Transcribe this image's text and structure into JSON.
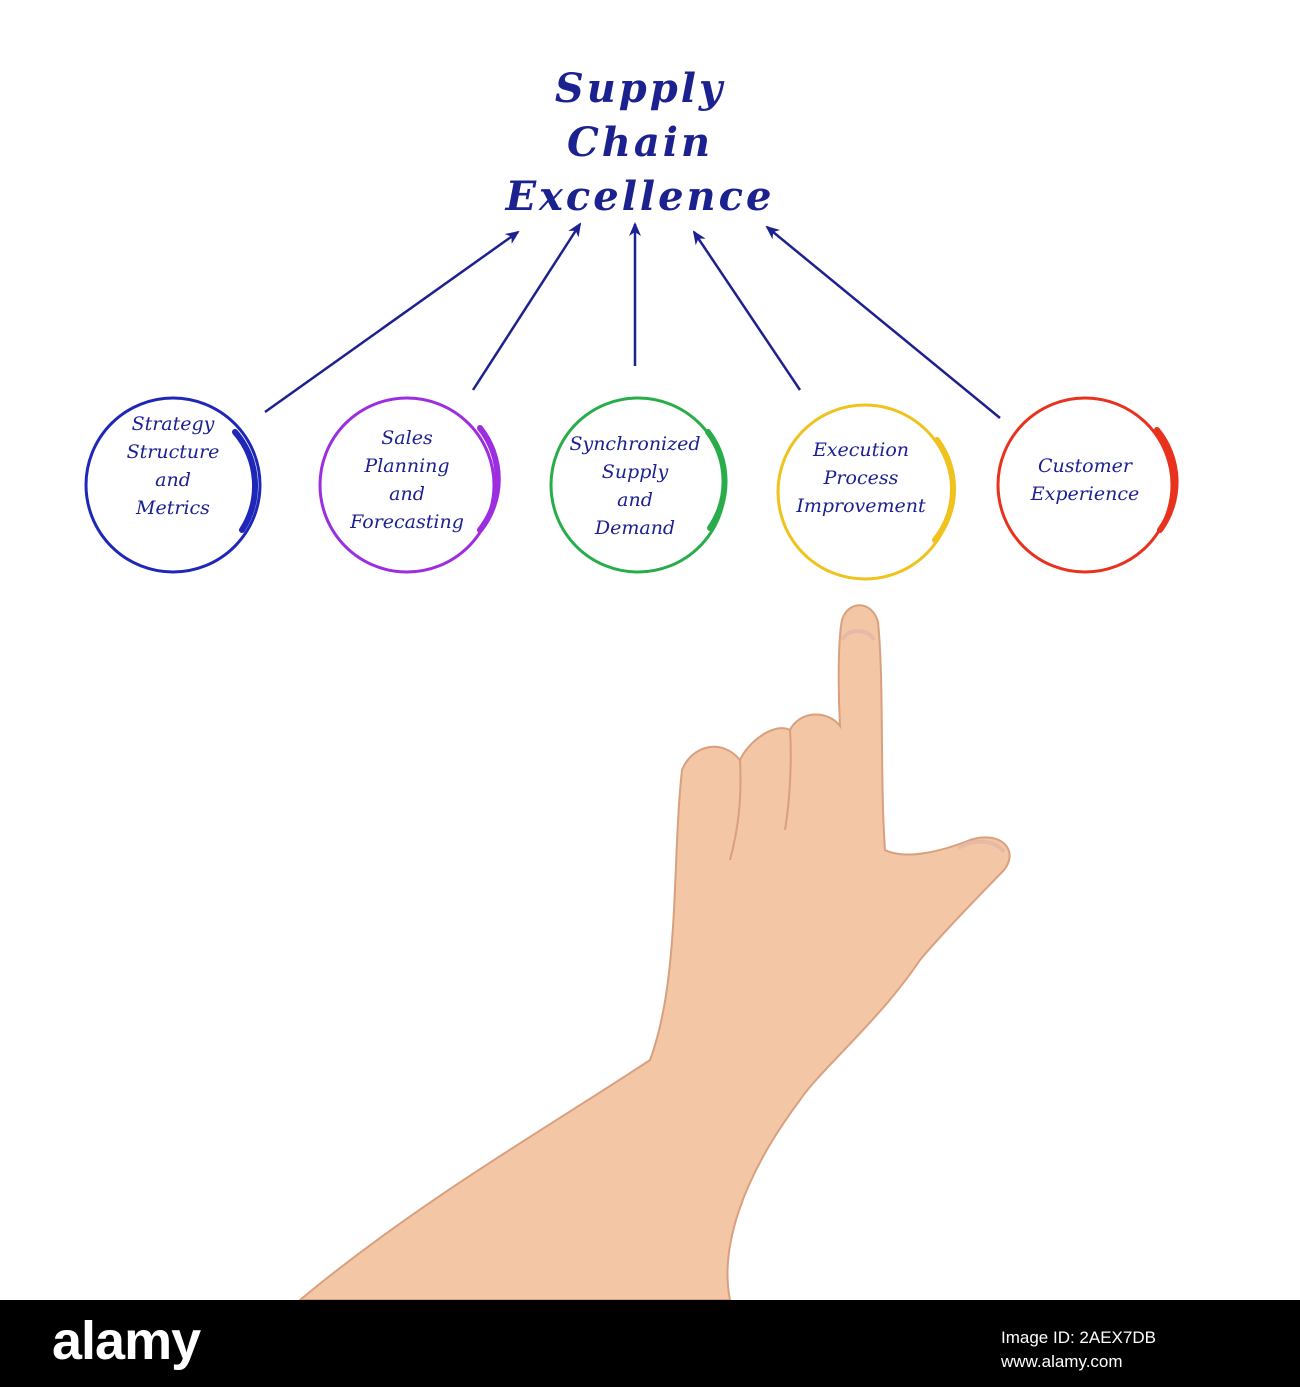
{
  "title": {
    "line1": "Supply",
    "line2": "Chain",
    "line3": "Excellence"
  },
  "nodes": [
    {
      "lines": [
        "Strategy",
        "Structure",
        "and",
        "Metrics"
      ],
      "color": "#1e27b8"
    },
    {
      "lines": [
        "Sales",
        "Planning",
        "and",
        "Forecasting"
      ],
      "color": "#9c2ee0"
    },
    {
      "lines": [
        "Synchronized",
        "Supply",
        "and",
        "Demand"
      ],
      "color": "#28ad4a"
    },
    {
      "lines": [
        "Execution",
        "Process",
        "Improvement"
      ],
      "color": "#f0c21e"
    },
    {
      "lines": [
        "Customer",
        "Experience"
      ],
      "color": "#e8321e"
    }
  ],
  "text_color": "#1c2190",
  "arrow_color": "#1c2190",
  "footer": {
    "brand": "alamy",
    "image_id_label": "Image ID: 2AEX7DB",
    "site": "www.alamy.com"
  }
}
